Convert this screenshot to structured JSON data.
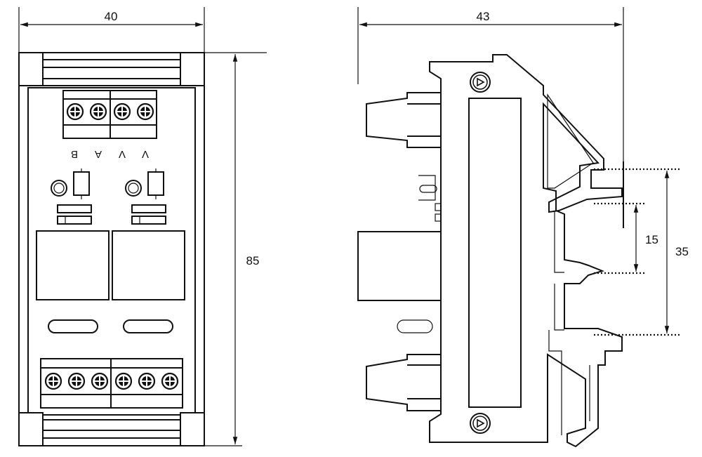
{
  "front_view": {
    "width_dim": "40",
    "height_dim": "85",
    "terminal_labels": [
      "B",
      "A",
      "V",
      "V"
    ]
  },
  "side_view": {
    "width_dim": "43",
    "rail_dims": [
      "15",
      "35"
    ]
  }
}
